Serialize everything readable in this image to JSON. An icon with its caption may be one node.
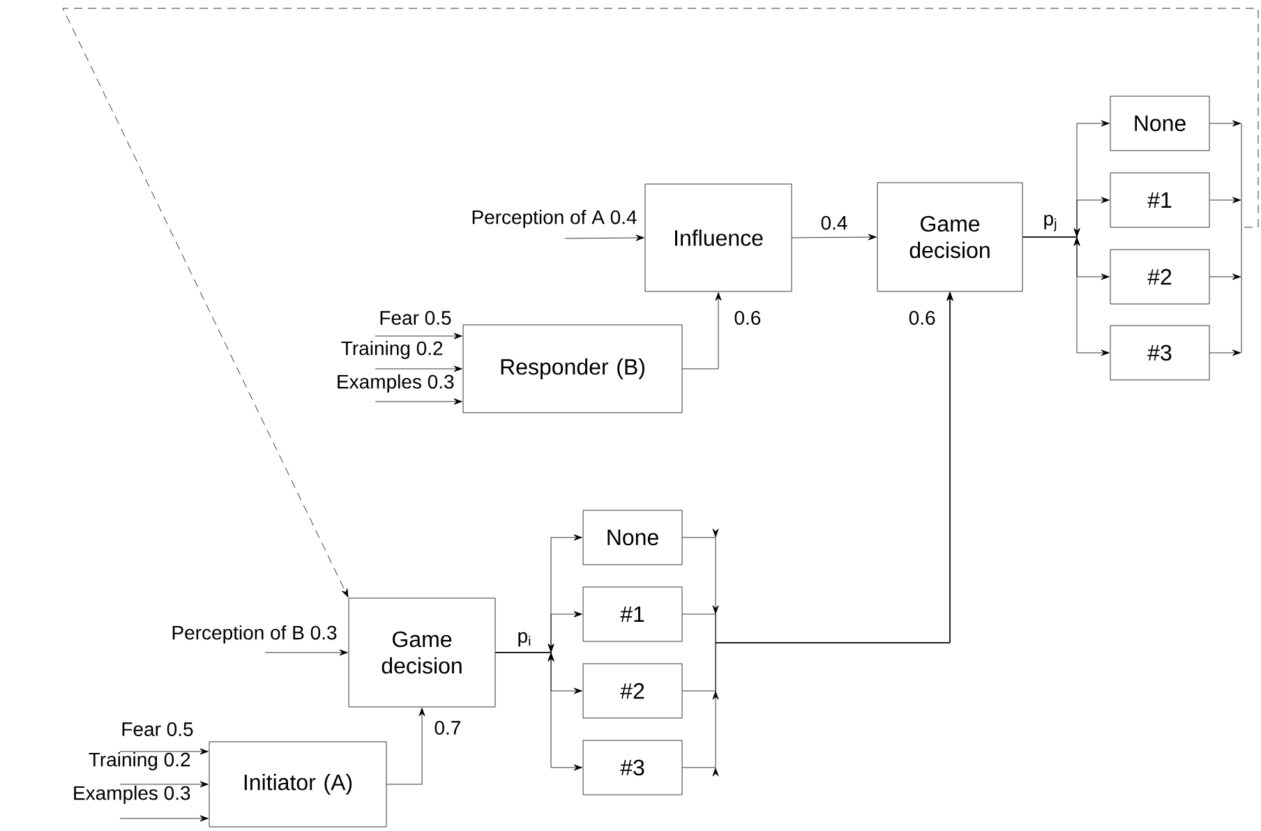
{
  "diagram": {
    "nodes": [
      {
        "text": [
          "Influence"
        ]
      },
      {
        "text": [
          "Game decision"
        ]
      },
      {
        "text": [
          "Responder (B)"
        ]
      },
      {
        "text": [
          "None"
        ]
      },
      {
        "text": [
          "#1"
        ]
      },
      {
        "text": [
          "#2"
        ]
      },
      {
        "text": [
          "#3"
        ]
      },
      {
        "text": [
          "Game decision"
        ]
      },
      {
        "text": [
          "Initiator (A)"
        ]
      },
      {
        "text": [
          "None"
        ]
      },
      {
        "text": [
          "#1"
        ]
      },
      {
        "text": [
          "#2"
        ]
      },
      {
        "text": [
          "#3"
        ]
      }
    ],
    "edges": [
      {
        "from": null,
        "to": 0,
        "arrow": "to",
        "label": "Perception of A 0.4"
      },
      {
        "from": null,
        "to": 2,
        "arrow": "to",
        "label": "Fear 0.5"
      },
      {
        "from": null,
        "to": 2,
        "arrow": "to",
        "label": "Training 0.2"
      },
      {
        "from": null,
        "to": 2,
        "arrow": "to",
        "label": "Examples 0.3"
      },
      {
        "from": 2,
        "to": 0,
        "arrow": "to",
        "label": "0.6"
      },
      {
        "from": 0,
        "to": 1,
        "arrow": "to",
        "label": "0.4"
      },
      {
        "from": 1,
        "to": 3,
        "arrow": "to",
        "label": "p$_{j}$"
      },
      {
        "from": 1,
        "to": 4,
        "arrow": "to"
      },
      {
        "from": 1,
        "to": 5,
        "arrow": "to"
      },
      {
        "from": 1,
        "to": 6,
        "arrow": "to"
      },
      {
        "from": 3,
        "to": null,
        "arrow": "to"
      },
      {
        "from": 4,
        "to": null,
        "arrow": "to"
      },
      {
        "from": 5,
        "to": null,
        "arrow": "to"
      },
      {
        "from": 6,
        "to": null,
        "arrow": "to"
      },
      {
        "from": null,
        "to": 7,
        "arrow": "to",
        "style": "dashed"
      },
      {
        "from": null,
        "to": 7,
        "arrow": "to",
        "label": "Perception of B 0.3"
      },
      {
        "from": null,
        "to": 8,
        "arrow": "to",
        "label": "Fear 0.5"
      },
      {
        "from": null,
        "to": 8,
        "arrow": "to",
        "label": "Training 0.2"
      },
      {
        "from": null,
        "to": 8,
        "arrow": "to",
        "label": "Examples 0.3"
      },
      {
        "from": 8,
        "to": 7,
        "arrow": "to",
        "label": "0.7"
      },
      {
        "from": 7,
        "to": 9,
        "arrow": "to",
        "label": "p$_{i}$"
      },
      {
        "from": 7,
        "to": 10,
        "arrow": "to"
      },
      {
        "from": 7,
        "to": 11,
        "arrow": "to"
      },
      {
        "from": 7,
        "to": 12,
        "arrow": "to"
      },
      {
        "from": 9,
        "to": 1,
        "arrow": "to",
        "label": "0.6"
      },
      {
        "from": 10,
        "to": 1,
        "arrow": "to"
      },
      {
        "from": 11,
        "to": 1,
        "arrow": "to"
      },
      {
        "from": 12,
        "to": 1,
        "arrow": "to"
      }
    ]
  }
}
